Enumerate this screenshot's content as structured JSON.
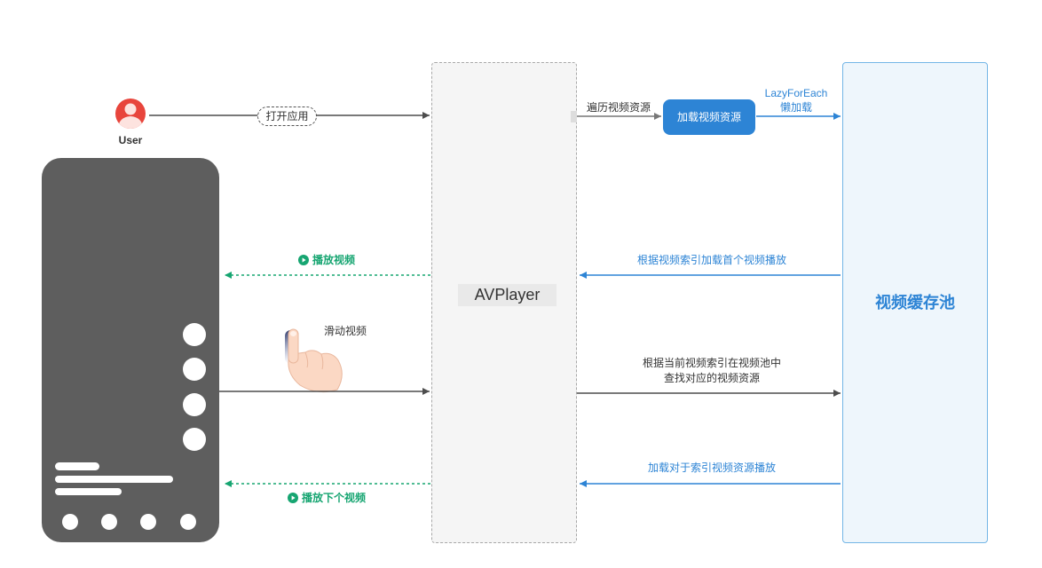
{
  "user": {
    "label": "User"
  },
  "nodes": {
    "avplayer": "AVPlayer",
    "load_resource": "加载视频资源",
    "cache_pool": "视频缓存池"
  },
  "edges": {
    "open_app": "打开应用",
    "traverse_resources": "遍历视频资源",
    "lazy_load": [
      "LazyForEach",
      "懒加载"
    ],
    "play_video": "播放视频",
    "load_first_video": "根据视频索引加载首个视频播放",
    "swipe_video": "滑动视频",
    "find_resource": [
      "根据当前视频索引在视频池中",
      "查找对应的视频资源"
    ],
    "load_indexed_video": "加载对于索引视频资源播放",
    "play_next_video": "播放下个视频"
  },
  "icons": {
    "user": "user-avatar-icon",
    "play": "play-icon",
    "gesture": "hand-swipe-icon"
  },
  "colors": {
    "blue": "#2d84d5",
    "green": "#16a571",
    "dark": "#4d4d4d",
    "gray_line": "#777777",
    "phone": "#5e5e5e",
    "avatar": "#e8453c",
    "pool_fill": "#eef6fc",
    "pool_border": "#74b6e6"
  }
}
